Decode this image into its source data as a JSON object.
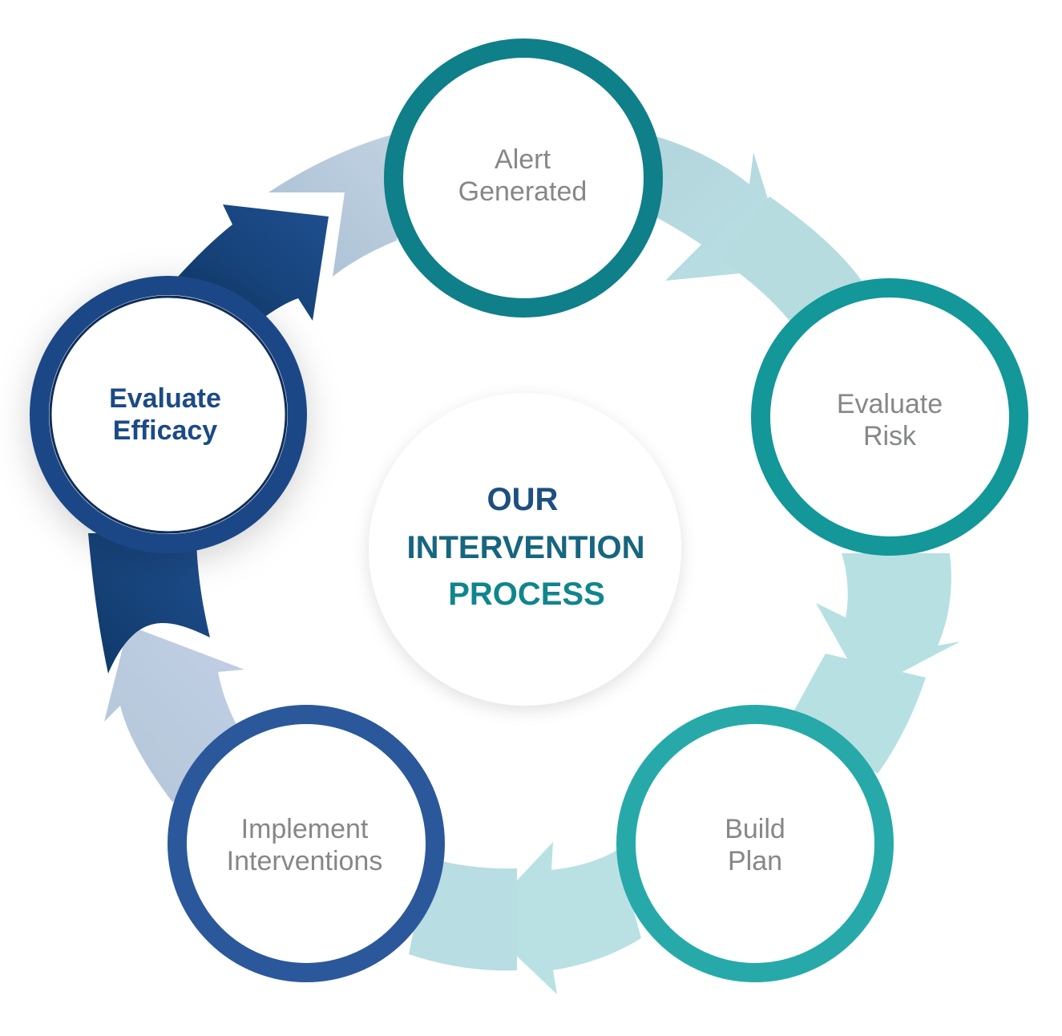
{
  "center": {
    "line1": "OUR",
    "line2": "INTERVENTION",
    "line3": "PROCESS"
  },
  "steps": [
    {
      "line1": "Alert",
      "line2": "Generated"
    },
    {
      "line1": "Evaluate",
      "line2": "Risk"
    },
    {
      "line1": "Build",
      "line2": "Plan"
    },
    {
      "line1": "Implement",
      "line2": "Interventions"
    },
    {
      "line1": "Evaluate",
      "line2": "Efficacy"
    }
  ],
  "active_step": "Evaluate Efficacy",
  "colors": {
    "alert_ring": "#0f7f89",
    "risk_ring": "#139799",
    "plan_ring": "#27a9aa",
    "implement_ring": "#2b589b",
    "efficacy_ring": "#1b4687",
    "arrow_light_teal": "#b6dce0",
    "arrow_light_blue": "#b9cadd",
    "arrow_active": "#143f78",
    "center_title_dark": "#1d4f80",
    "center_title_teal": "#11858e",
    "label_gray": "#858789"
  }
}
